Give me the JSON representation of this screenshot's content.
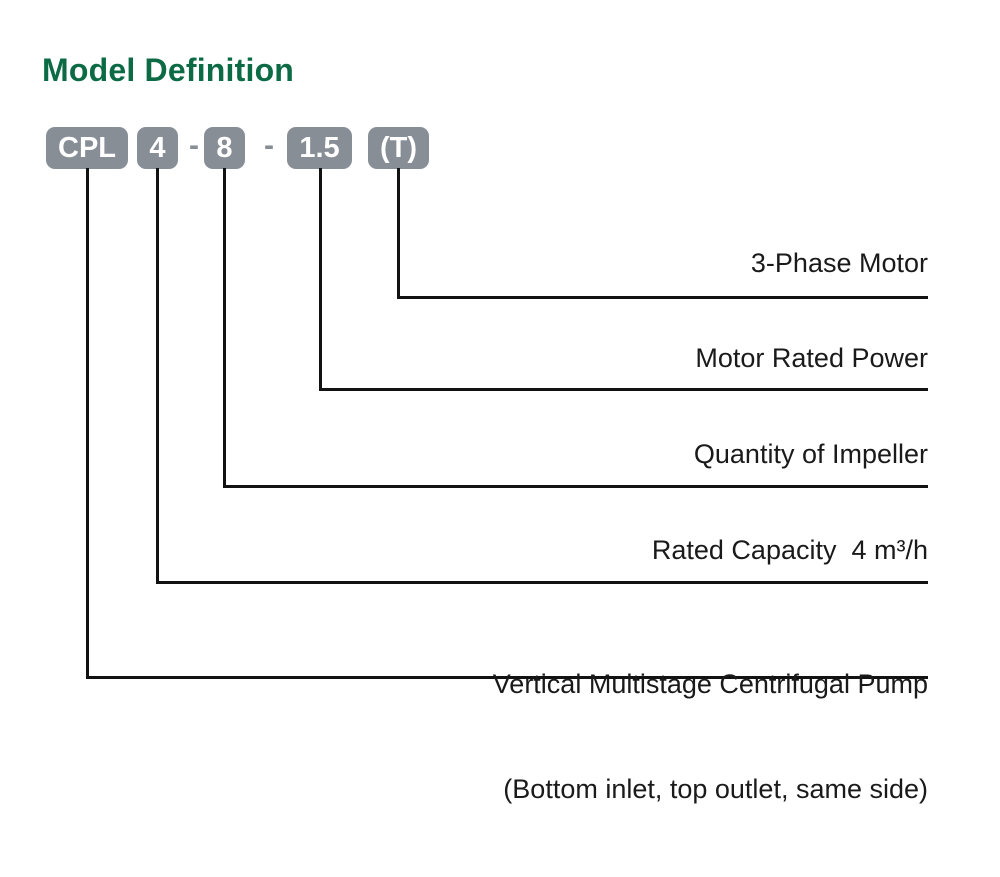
{
  "title": "Model Definition",
  "model_code": {
    "full_code": "CPL 4-8-1.5 (T)",
    "segments": [
      "CPL",
      "4",
      "8",
      "1.5",
      "(T)"
    ],
    "separator": "-"
  },
  "definitions": [
    {
      "code": "(T)",
      "label": "3-Phase Motor"
    },
    {
      "code": "1.5",
      "label": "Motor Rated Power"
    },
    {
      "code": "8",
      "label": "Quantity of Impeller"
    },
    {
      "code": "4",
      "label": "Rated Capacity  4 m³/h"
    },
    {
      "code": "CPL",
      "label": "Vertical Multistage Centrifugal Pump",
      "label_line2": "(Bottom inlet, top outlet, same side)"
    }
  ],
  "colors": {
    "title_green": "#0c6b45",
    "badge_gray": "#878e95",
    "line_black": "#121212",
    "text_dark": "#1a1a1a"
  }
}
